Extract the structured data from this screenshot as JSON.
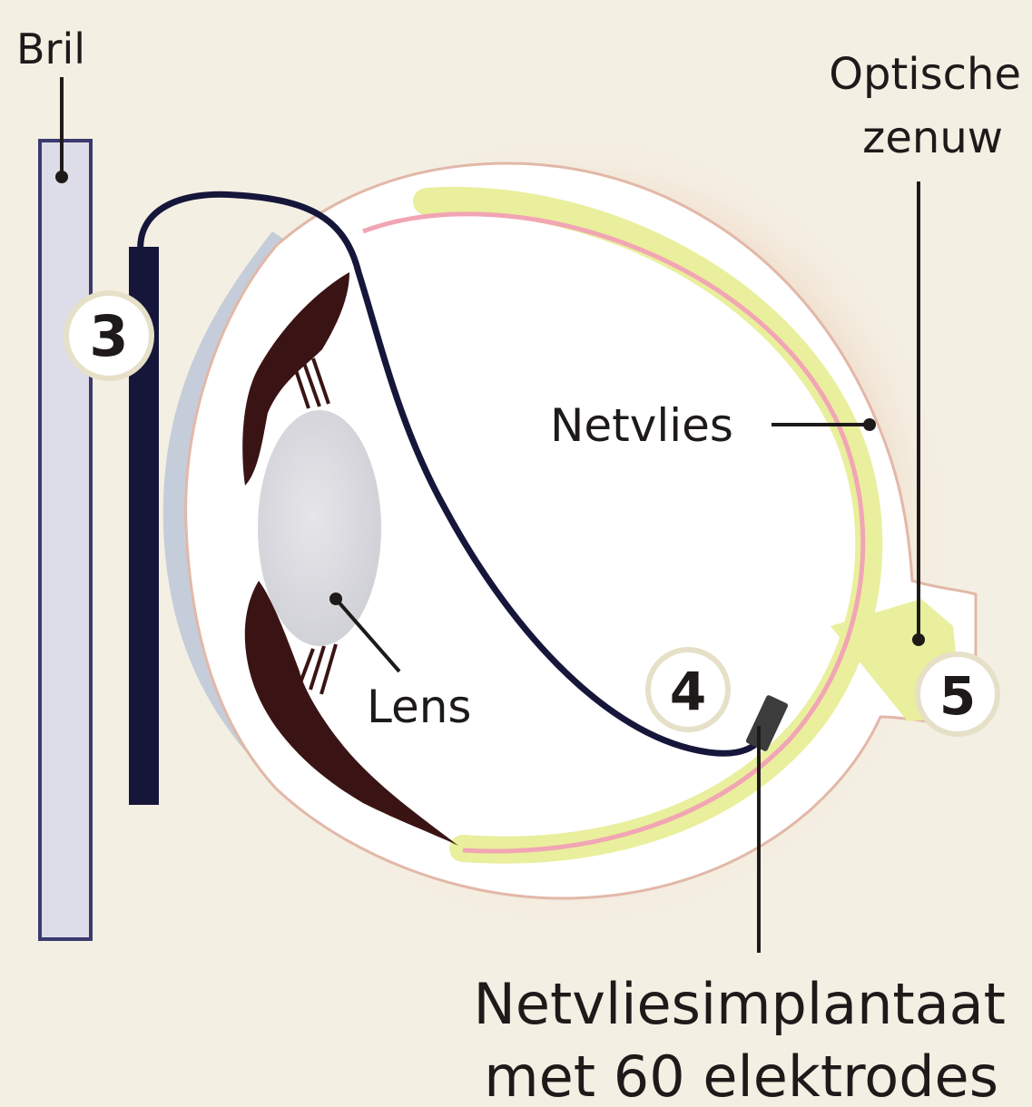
{
  "labels": {
    "bril": "Bril",
    "optic_nerve_line1": "Optische",
    "optic_nerve_line2": "zenuw",
    "retina": "Netvlies",
    "lens": "Lens",
    "implant_line1": "Netvliesimplantaat",
    "implant_line2": "met 60 elektrodes"
  },
  "markers": {
    "m3": "3",
    "m4": "4",
    "m5": "5"
  },
  "colors": {
    "background": "#f4efe3",
    "glasses_fill": "#dcdde8",
    "glasses_stroke": "#3b3a6e",
    "cable": "#15163a",
    "retina_band": "#e9ef9c",
    "retina_pink": "#f2a5b4",
    "iris": "#3a1414",
    "lens_gray": "#d9d9dc",
    "cornea_blue": "#9fb0d6"
  }
}
